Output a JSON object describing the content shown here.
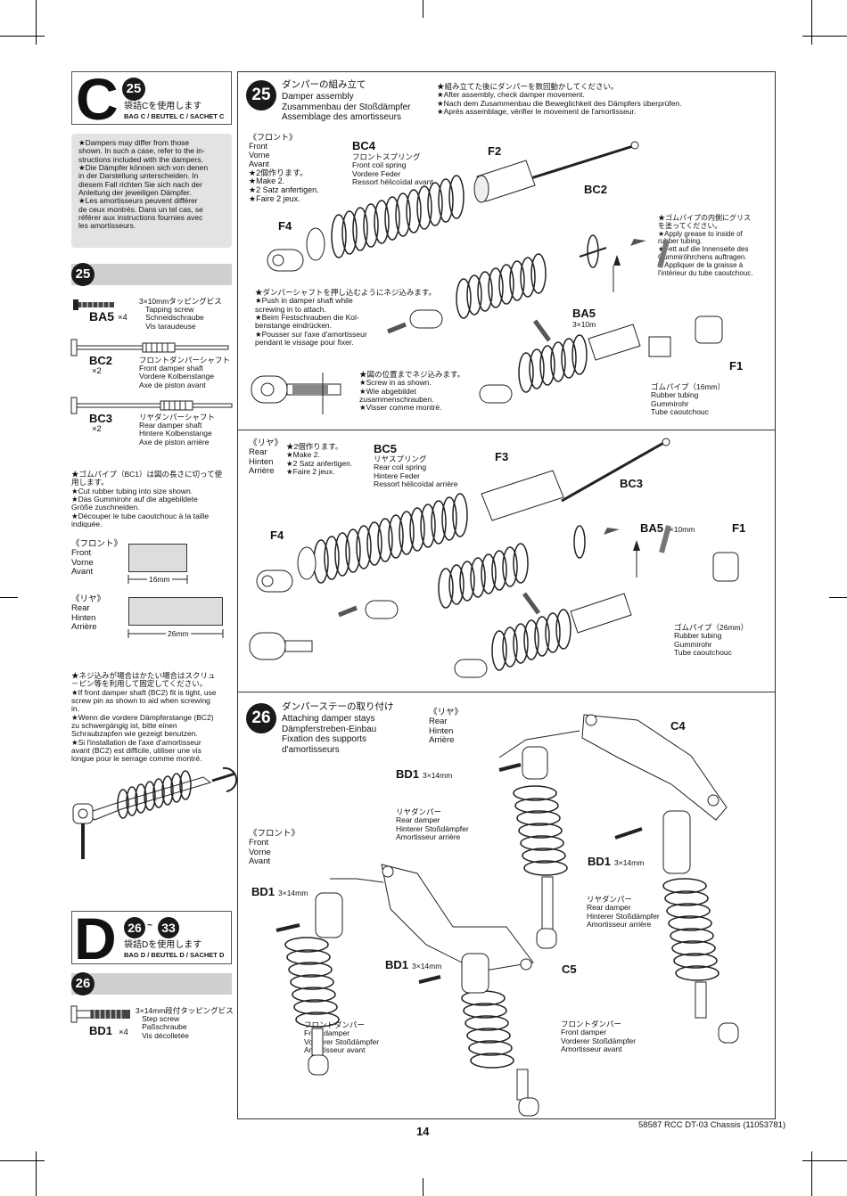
{
  "sectionC": {
    "letter": "C",
    "step": "25",
    "bag_jp": "袋詰Cを使用します",
    "bag": "BAG C / BEUTEL C / SACHET C",
    "note": "★Dampers may differ from those\nshown. In such a case, refer to the in-\nstructions included with the dampers.\n★Die Dämpfer können sich von denen\nin der Darstellung unterscheiden. In\ndiesem Fall richten Sie sich nach der\nAnleitung der jeweiligen Dämpfer.\n★Les amortisseurs peuvent différer\nde ceux montrés. Dans un tel cas, se\nréférer aux instructions fournies avec\nles amortisseurs."
  },
  "parts25": {
    "step": "25",
    "items": [
      {
        "code": "BA5",
        "qty": "×4",
        "name": "3×10mmタッピングビス\n   Tapping screw\n   Schneidschraube\n   Vis taraudeuse"
      },
      {
        "code": "BC2",
        "qty": "×2",
        "name": "フロントダンパーシャフト\nFront damper shaft\nVordere Kolbenstange\nAxe de piston avant"
      },
      {
        "code": "BC3",
        "qty": "×2",
        "name": "リヤダンパーシャフト\nRear damper shaft\nHintere Kolbenstange\nAxe de piston arrière"
      }
    ],
    "tubing_note": "★ゴムパイプ（BC1）は図の長さに切って使\n用します。\n★Cut rubber tubing into size shown.\n★Das Gummirohr auf die abgebildete\nGröße zuschneiden.\n★Découper le tube caoutchouc à la taille\nindiquée.",
    "front_label": "《フロント》\nFront\nVorne\nAvant",
    "front_len": "16mm",
    "rear_label": "《リヤ》\nRear\nHinten\nArrière",
    "rear_len": "26mm",
    "screw_note": "★ネジ込みが場合はかたい場合はスクリュ\n－ピン等を利用して固定してください。\n★If front damper shaft (BC2) fit is tight, use\nscrew pin as shown to aid when screwing\nin.\n★Wenn die vordere Dämpferstange (BC2)\nzu schwergängig ist, bitte einen\nSchraubzapfen wie gezeigt benutzen.\n★Si l'installation de l'axe d'amortisseur\navant (BC2) est difficile, utiliser une vis\nlongue pour le serrage comme montré."
  },
  "sectionD": {
    "letter": "D",
    "step_from": "26",
    "step_sep": "~",
    "step_to": "33",
    "bag_jp": "袋詰Dを使用します",
    "bag": "BAG D / BEUTEL D / SACHET D"
  },
  "parts26": {
    "step": "26",
    "code": "BD1",
    "qty": "×4",
    "name": "3×14mm段付タッピングビス\n   Step screw\n   Paßschraube\n   Vis décolletée"
  },
  "step25": {
    "num": "25",
    "title_jp": "ダンパーの組み立て",
    "title": "Damper assembly\nZusammenbau der Stoßdämpfer\nAssemblage des amortisseurs",
    "after_note": "★組み立てた後にダンパーを数回動かしてください。\n★After assembly, check damper movement.\n★Nach dem Zusammenbau die Beweglichkeit des Dämpfers überprüfen.\n★Après assemblage, vérifier le movement de l'amortisseur.",
    "front": "《フロント》\nFront\nVorne\nAvant\n★2個作ります。\n★Make 2.\n★2 Satz anfertigen.\n★Faire 2 jeux.",
    "bc4": "BC4",
    "bc4_desc": "フロントスプリング\nFront coil spring\nVordere Feder\nRessort hélicoïdal avant",
    "f2": "F2",
    "bc2": "BC2",
    "f4a": "F4",
    "grease": "★ゴムパイプの内側にグリス\nを塗ってください。\n★Apply grease to inside of\nrubber tubing.\n★Fett auf die Innenseite des\nGummiröhrchens auftragen.\n★Appliquer de la graisse à\nl'intérieur du tube caoutchouc.",
    "push": "★ダンパーシャフトを押し込むようにネジ込みます。\n★Push in damper shaft while\nscrewing in to attach.\n★Beim Festschrauben die Kol-\nbenstange eindrücken.\n★Pousser sur l'axe d'amortisseur\npendant le vissage pour fixer.",
    "ba5a": "BA5",
    "ba5a_size": "3×10m",
    "f1a": "F1",
    "screwin": "★図の位置までネジ込みます。\n★Screw in as shown.\n★Wie abgebildet\nzusammenschrauben.\n★Visser comme montré.",
    "tube16": "ゴムパイプ（16mm）\nRubber tubing\nGummirohr\nTube caoutchouc",
    "rear": "《リヤ》\nRear\nHinten\nArrière",
    "rear_make": "★2個作ります。\n★Make 2.\n★2 Satz anfertigen.\n★Faire 2 jeux.",
    "bc5": "BC5",
    "bc5_desc": "リヤスプリング\nRear coil spring\nHintere Feder\nRessort hélicoïdal arrière",
    "f3": "F3",
    "bc3": "BC3",
    "f4b": "F4",
    "ba5b": "BA5",
    "ba5b_size": "3×10mm",
    "f1b": "F1",
    "tube26": "ゴムパイプ（26mm）\nRubber tubing\nGummirohr\nTube caoutchouc"
  },
  "step26": {
    "num": "26",
    "title_jp": "ダンパーステーの取り付け",
    "title": "Attaching damper stays\nDämpferstreben-Einbau\nFixation des supports\nd'amortisseurs",
    "rear": "《リヤ》\nRear\nHinten\nArrière",
    "c4": "C4",
    "bd1a": "BD1",
    "bd1a_size": "3×14mm",
    "rear_damper_a": "リヤダンパー\nRear damper\nHinterer Stoßdämpfer\nAmortisseur arrière",
    "front": "《フロント》\nFront\nVorne\nAvant",
    "bd1b": "BD1",
    "bd1b_size": "3×14mm",
    "bd1c": "BD1",
    "bd1c_size": "3×14mm",
    "rear_damper_b": "リヤダンパー\nRear damper\nHinterer Stoßdämpfer\nAmortisseur arrière",
    "bd1d": "BD1",
    "bd1d_size": "3×14mm",
    "c5": "C5",
    "front_damper_a": "フロントダンパー\nFront damper\nVorderer Stoßdämpfer\nAmortisseur avant",
    "front_damper_b": "フロントダンパー\nFront damper\nVorderer Stoßdämpfer\nAmortisseur avant"
  },
  "footer": {
    "page": "14",
    "model": "58587 RCC DT-03 Chassis (11053781)"
  }
}
